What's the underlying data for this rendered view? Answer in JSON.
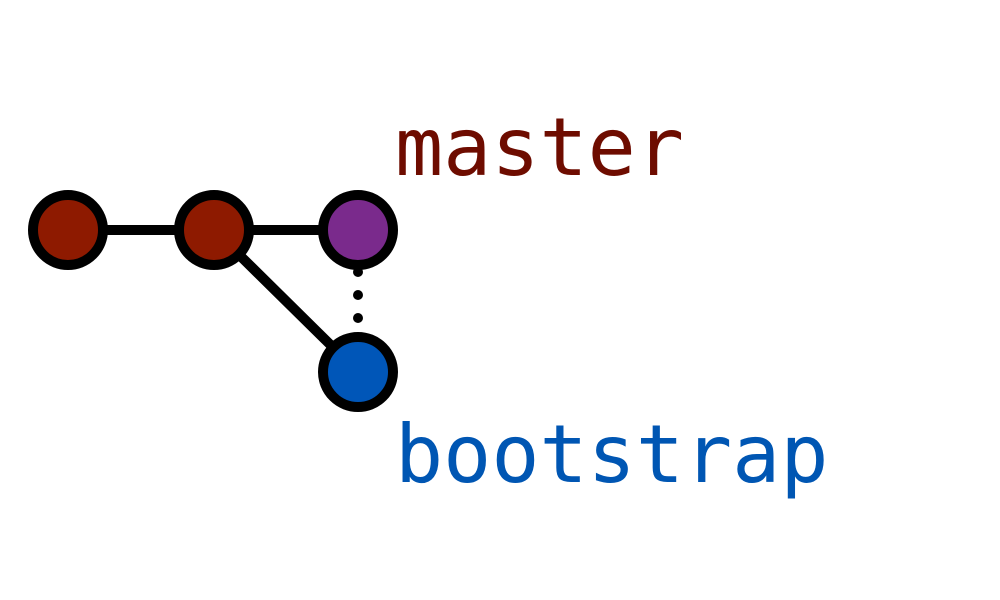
{
  "branches": {
    "master": {
      "label": "master",
      "color": "#6e0c00"
    },
    "bootstrap": {
      "label": "bootstrap",
      "color": "#0056b3"
    }
  },
  "commits": [
    {
      "id": "c1",
      "fill": "#8e1a00"
    },
    {
      "id": "c2",
      "fill": "#8e1a00"
    },
    {
      "id": "c3",
      "fill": "#7a2a8c"
    },
    {
      "id": "c4",
      "fill": "#0056b8"
    }
  ],
  "colors": {
    "stroke": "#000000",
    "background": "#ffffff"
  }
}
